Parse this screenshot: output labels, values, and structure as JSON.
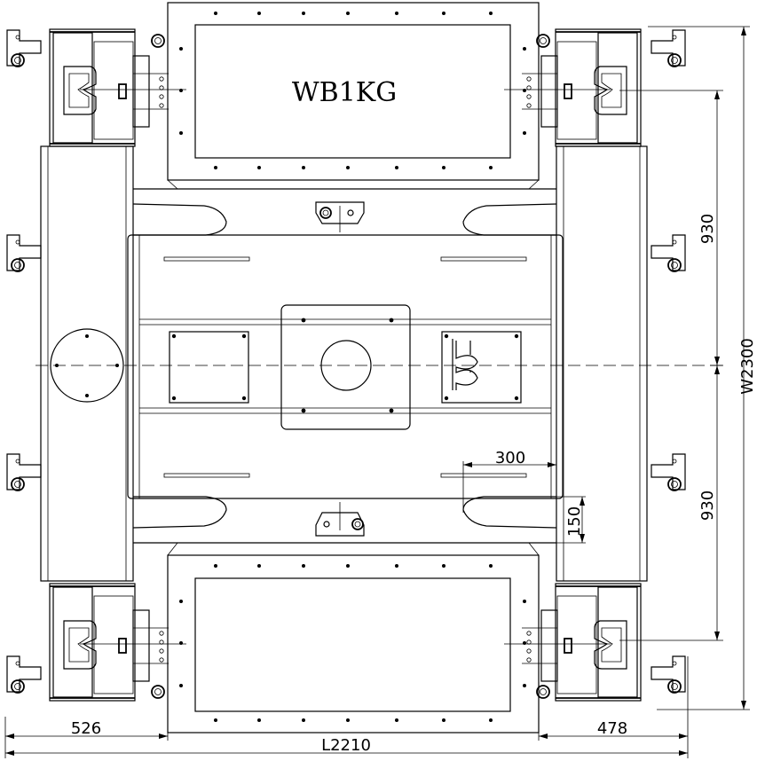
{
  "model_label": "WB1KG",
  "dimensions": {
    "width_total": "W2300",
    "length_total": "L2210",
    "upper_spacing": "930",
    "lower_spacing": "930",
    "left_offset": "526",
    "right_offset": "478",
    "slot_length": "300",
    "slot_offset": "150"
  }
}
